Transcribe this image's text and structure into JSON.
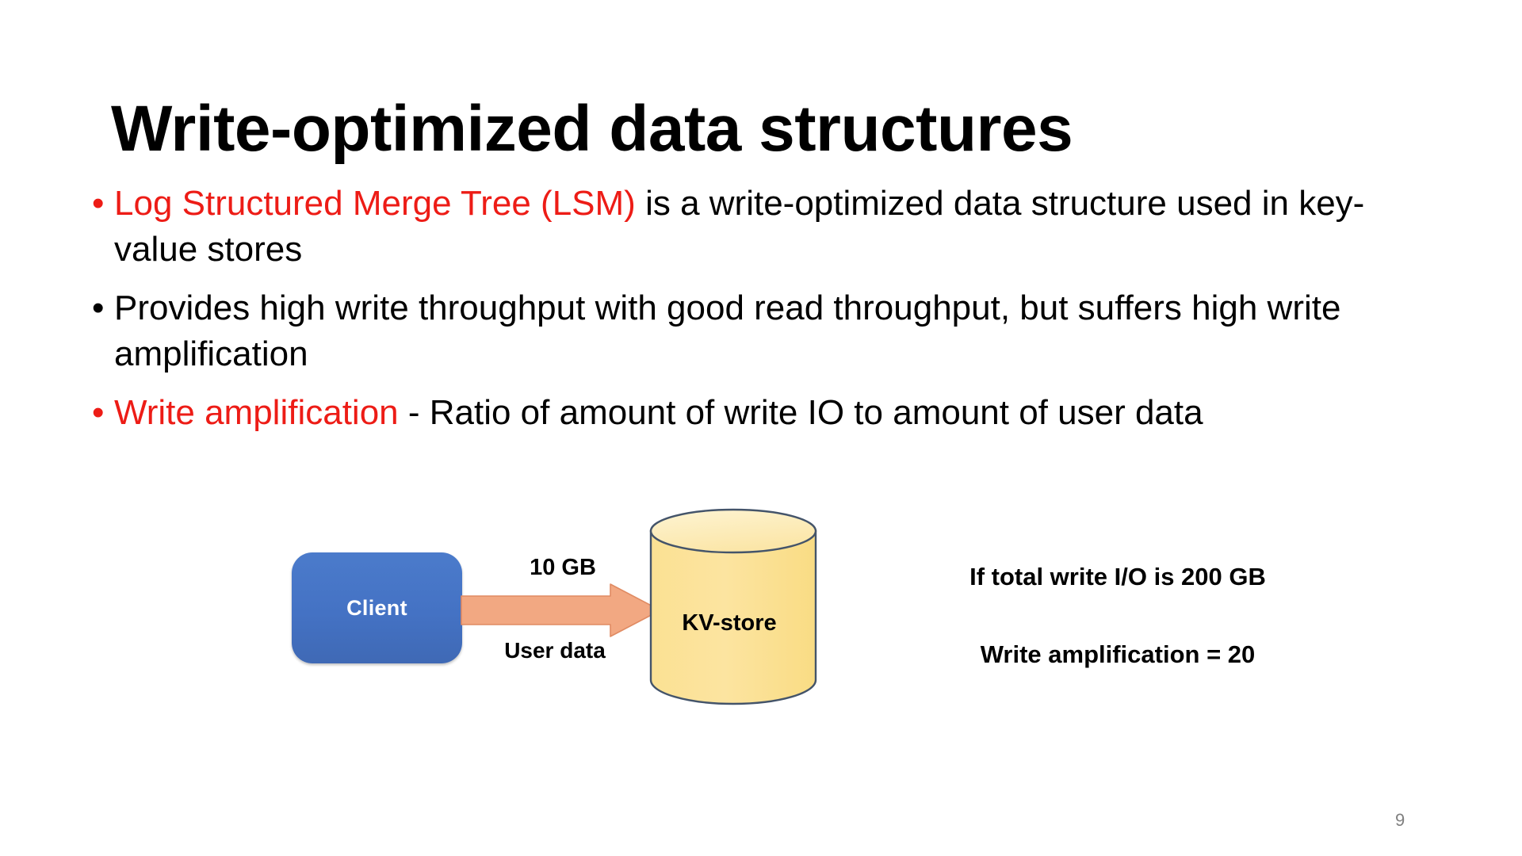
{
  "slide": {
    "title": "Write-optimized data structures",
    "page_number": "9",
    "accent_red": "#ED1C16",
    "client_blue": "#4472C4",
    "arrow_salmon": "#F2A882",
    "cylinder_yellow": "#FBE08D",
    "cylinder_outline": "#44546A",
    "page_number_gray": "#808080"
  },
  "bullets": [
    {
      "marker": "•",
      "marker_color": "red",
      "emphasis": "Log Structured Merge Tree (LSM)",
      "rest": " is a write-optimized data structure used in key-value stores"
    },
    {
      "marker": "•",
      "marker_color": "black",
      "emphasis": "",
      "rest": "Provides high write throughput with good read throughput, but suffers high write amplification"
    },
    {
      "marker": "•",
      "marker_color": "red",
      "emphasis": "Write amplification",
      "rest": " - Ratio of amount of write IO to amount of user data"
    }
  ],
  "diagram": {
    "client_label": "Client",
    "arrow_top_label": "10 GB",
    "arrow_bottom_label": "User data",
    "store_label": "KV-store",
    "note_line_1": "If total write I/O is 200 GB",
    "note_line_2": "Write amplification = 20"
  }
}
